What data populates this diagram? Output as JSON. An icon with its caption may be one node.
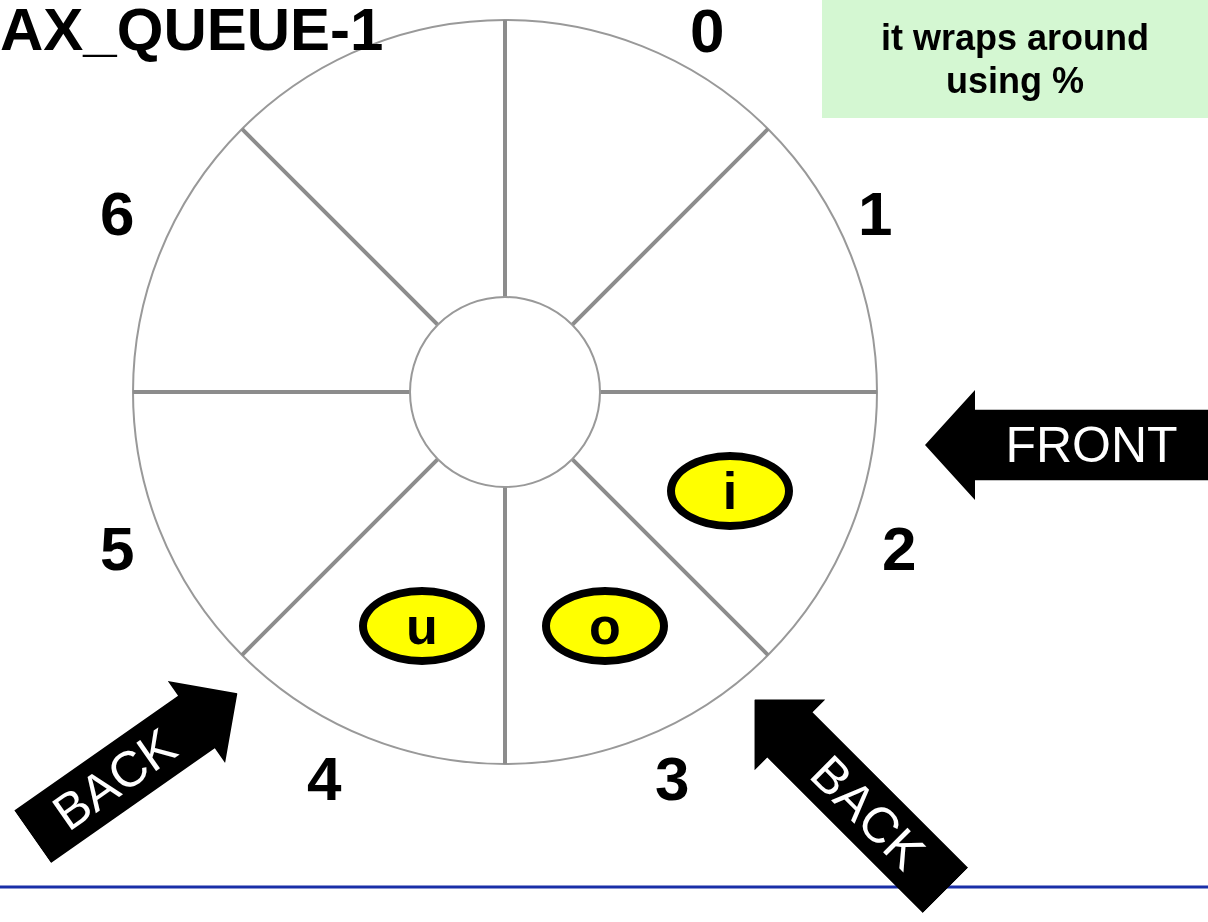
{
  "diagram": {
    "nodes": [
      {
        "text": [
          "i"
        ]
      },
      {
        "text": [
          "o"
        ]
      },
      {
        "text": [
          "u"
        ]
      },
      {
        "text": [
          "FRONT"
        ]
      },
      {
        "text": [
          "BACK"
        ]
      },
      {
        "text": [
          "BACK"
        ]
      },
      {
        "text": [
          "it wraps around using %"
        ]
      }
    ],
    "labels": [
      "AX_QUEUE-1",
      "0",
      "1",
      "2",
      "3",
      "4",
      "5",
      "6"
    ]
  }
}
